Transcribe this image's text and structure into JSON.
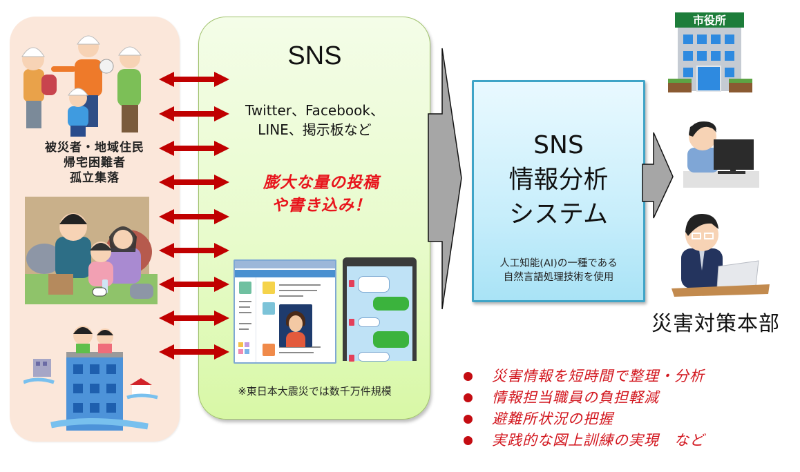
{
  "left_panel": {
    "label_lines": [
      "被災者・地域住民",
      "帰宅困難者",
      "孤立集落"
    ],
    "illustrations": [
      "evacuating-people",
      "evacuation-shelter-family",
      "flooded-building-children"
    ],
    "background": "#fbe7da"
  },
  "exchange_arrows": {
    "count": 9,
    "color": "#c00000",
    "y_positions": [
      115,
      165,
      215,
      264,
      314,
      363,
      412,
      461,
      510
    ]
  },
  "sns_panel": {
    "title": "SNS",
    "platforms_line1": "Twitter、Facebook、",
    "platforms_line2": "LINE、掲示板など",
    "posts_line1": "膨大な量の投稿",
    "posts_line2": "や書き込み！",
    "note": "※東日本大震災では数千万件規模",
    "illustrations": [
      "sns-browser-window",
      "smartphone-chat"
    ],
    "accent_color": "#e8141c"
  },
  "analysis_system": {
    "title_line1": "SNS",
    "title_line2": "情報分析",
    "title_line3": "システム",
    "subtitle_line1": "人工知能(AI)の一種である",
    "subtitle_line2": "自然言語処理技術を使用",
    "border_color": "#3fa4c7"
  },
  "right_side": {
    "city_hall_sign": "市役所",
    "illustrations": [
      "city-hall-building",
      "staff-at-computer",
      "official-with-laptop"
    ],
    "label": "災害対策本部"
  },
  "benefits": {
    "items": [
      "災害情報を短時間で整理・分析",
      "情報担当職員の負担軽減",
      "避難所状況の把握",
      "実践的な図上訓練の実現　など"
    ],
    "color": "#d2161e"
  }
}
